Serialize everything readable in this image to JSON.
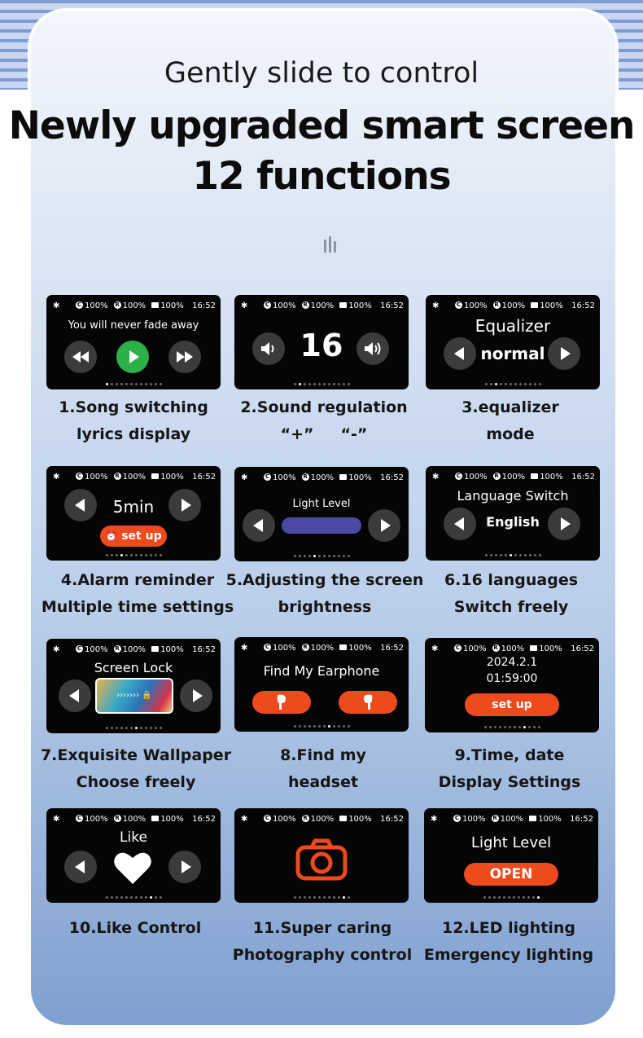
{
  "header": {
    "subtitle": "Gently slide to control",
    "title_line1": "Newly upgraded smart screen",
    "title_line2": "12 functions"
  },
  "status_bar": {
    "bluetooth": "✱",
    "case": "100%",
    "right": "100%",
    "left": "100%",
    "time": "16:52"
  },
  "colors": {
    "accent_orange": "#ee4a1e",
    "play_green": "#2bb04a",
    "brightness_bar": "#4a4aa6"
  },
  "screens": {
    "s1": {
      "lyrics": "You will never fade away"
    },
    "s2": {
      "volume": "16"
    },
    "s3": {
      "title": "Equalizer",
      "value": "normal"
    },
    "s4": {
      "value": "5min",
      "button": "set up"
    },
    "s5": {
      "title": "Light Level"
    },
    "s6": {
      "title": "Language Switch",
      "value": "English"
    },
    "s7": {
      "title": "Screen Lock",
      "slider": "›››››››"
    },
    "s8": {
      "title": "Find My Earphone"
    },
    "s9": {
      "date": "2024.2.1",
      "time": "01:59:00",
      "button": "set up"
    },
    "s10": {
      "title": "Like"
    },
    "s11": {
      "icon": "camera-icon"
    },
    "s12": {
      "title": "Light Level",
      "button": "OPEN"
    }
  },
  "labels": [
    {
      "line1": "1.Song switching",
      "line2": "lyrics display"
    },
    {
      "line1": "2.Sound regulation",
      "line2": "“+”     “-”"
    },
    {
      "line1": "3.equalizer",
      "line2": "mode"
    },
    {
      "line1": "4.Alarm reminder",
      "line2": "Multiple time settings"
    },
    {
      "line1": "5.Adjusting the screen",
      "line2": "brightness"
    },
    {
      "line1": "6.16 languages",
      "line2": "Switch freely"
    },
    {
      "line1": "7.Exquisite Wallpaper",
      "line2": "Choose freely"
    },
    {
      "line1": "8.Find my",
      "line2": "headset"
    },
    {
      "line1": "9.Time, date",
      "line2": "Display Settings"
    },
    {
      "line1": "10.Like Control",
      "line2": ""
    },
    {
      "line1": "11.Super caring",
      "line2": "Photography control"
    },
    {
      "line1": "12.LED lighting",
      "line2": "Emergency lighting"
    }
  ]
}
